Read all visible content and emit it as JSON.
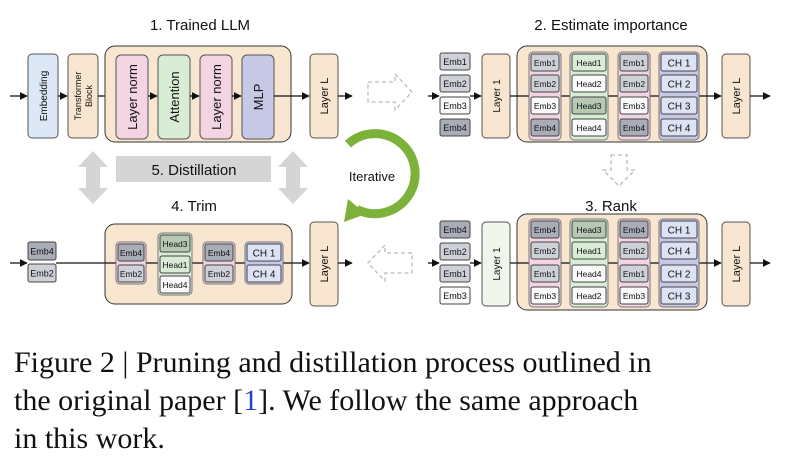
{
  "titles": {
    "trained": "1. Trained LLM",
    "estimate": "2. Estimate importance",
    "rank": "3. Rank",
    "trim": "4. Trim",
    "distill": "5. Distillation",
    "iterative": "Iterative"
  },
  "p1": {
    "embedding": "Embedding",
    "transformer": "Transformer Block",
    "ln1": "Layer norm",
    "attention": "Attention",
    "ln2": "Layer norm",
    "mlp": "MLP",
    "layerL": "Layer L"
  },
  "p2": {
    "emb": [
      "Emb1",
      "Emb2",
      "Emb3",
      "Emb4"
    ],
    "layer1": "Layer 1",
    "c1": [
      "Emb1",
      "Emb2",
      "Emb3",
      "Emb4"
    ],
    "heads": [
      "Head1",
      "Head2",
      "Head3",
      "Head4"
    ],
    "c3": [
      "Emb1",
      "Emb2",
      "Emb3",
      "Emb4"
    ],
    "ch": [
      "CH 1",
      "CH 2",
      "CH 3",
      "CH 4"
    ],
    "layerL": "Layer L"
  },
  "p3": {
    "emb": [
      "Emb4",
      "Emb2",
      "Emb1",
      "Emb3"
    ],
    "layer1": "Layer 1",
    "c1": [
      "Emb4",
      "Emb2",
      "Emb1",
      "Emb3"
    ],
    "heads": [
      "Head3",
      "Head1",
      "Head4",
      "Head2"
    ],
    "c3": [
      "Emb4",
      "Emb2",
      "Emb1",
      "Emb3"
    ],
    "ch": [
      "CH 1",
      "CH 4",
      "CH 2",
      "CH 3"
    ],
    "layerL": "Layer L"
  },
  "p4": {
    "emb": [
      "Emb4",
      "Emb2"
    ],
    "c1": [
      "Emb4",
      "Emb2"
    ],
    "heads": [
      "Head3",
      "Head1",
      "Head4"
    ],
    "c3": [
      "Emb4",
      "Emb2"
    ],
    "ch": [
      "CH 1",
      "CH 4"
    ],
    "layerL": "Layer L"
  },
  "caption": {
    "line1": "Figure 2 | Pruning and distillation process outlined in",
    "line2a": "the original paper [",
    "ref": "1",
    "line2b": "]. We follow the same approach",
    "line3": "in this work."
  },
  "colors": {
    "panel": "#f9e6d0",
    "blue": "#dde8f7",
    "pink": "#f2d4e2",
    "green": "#d9ecd6",
    "mlp": "#c7c7e6",
    "dark": "#a9adb8",
    "mid": "#ced1d8",
    "iterative": "#7db23a",
    "distill": "#d5d5d5"
  }
}
